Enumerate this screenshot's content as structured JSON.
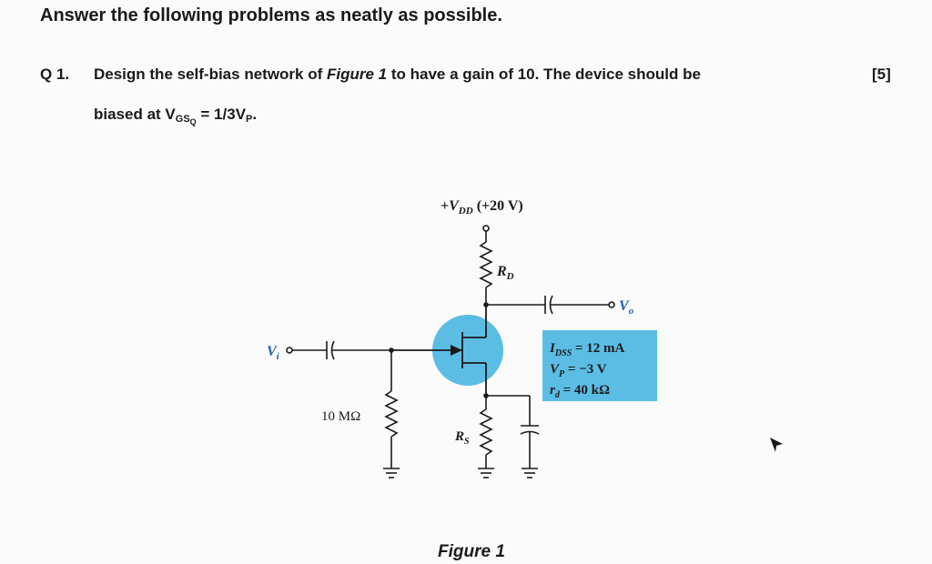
{
  "heading": "Answer the following problems as neatly as possible.",
  "question": {
    "number": "Q 1.",
    "line1_pre": "Design the self-bias network of ",
    "line1_fig": "Figure 1",
    "line1_post": " to have a gain of 10. The device should be",
    "line2_pre": "biased at V",
    "line2_sub": "GS",
    "line2_subsub": "Q",
    "line2_post": " = 1/3V",
    "line2_psub": "P",
    "line2_end": ".",
    "marks": "[5]"
  },
  "figure": {
    "caption": "Figure 1",
    "vdd_label": "+V",
    "vdd_sub": "DD",
    "vdd_value": " (+20 V)",
    "rd_label": "R",
    "rd_sub": "D",
    "rs_label": "R",
    "rs_sub": "S",
    "rg_label": "10 MΩ",
    "vi_label": "V",
    "vi_sub": "i",
    "vo_label": "V",
    "vo_sub": "o",
    "params": {
      "idss_label": "I",
      "idss_sub": "DSS",
      "idss_value": " = 12 mA",
      "vp_label": "V",
      "vp_sub": "P",
      "vp_value": " = −3 V",
      "rd_label": "r",
      "rd_sub": "d",
      "rd_value": " = 40 kΩ"
    },
    "colors": {
      "jfet_fill": "#5bbde4",
      "param_box_fill": "#5bbde4",
      "wire": "#1a1a1a"
    }
  }
}
